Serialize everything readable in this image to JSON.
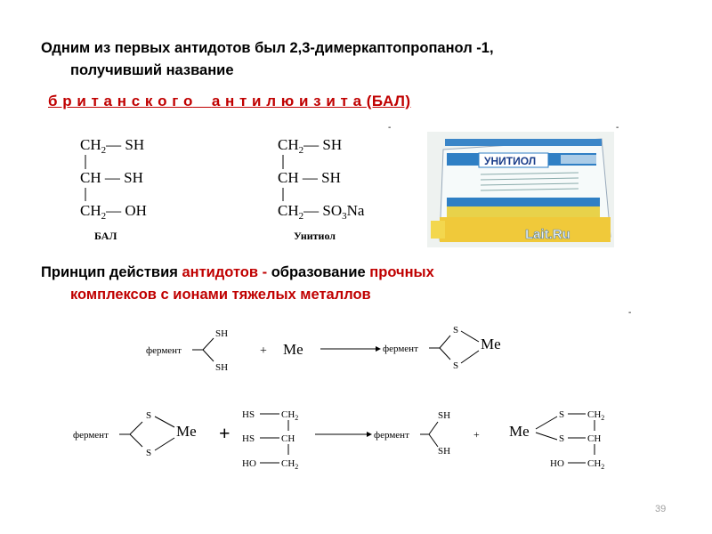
{
  "intro": {
    "line1": "Одним из первых антидотов был 2,3-димеркаптопропанол -1,",
    "line2": "получивший название"
  },
  "highlight": {
    "word1": "б р и т а н с к о г о",
    "word2": "а н т и л ю и з и т а",
    "abbr": "(БАЛ)"
  },
  "formulas": {
    "bal": {
      "r1": "CH",
      "r1sub": "2",
      "r1tail": "— SH",
      "r2": "CH — SH",
      "r3": "CH",
      "r3sub": "2",
      "r3tail": "— OH",
      "label": "БАЛ"
    },
    "unithiol": {
      "r1": "CH",
      "r1sub": "2",
      "r1tail": "— SH",
      "r2": "CH — SH",
      "r3": "CH",
      "r3sub": "2",
      "r3tail": "— SO",
      "r3sub2": "3",
      "r3end": "Na",
      "label": "Унитиол"
    }
  },
  "package": {
    "brand": "УНИТИОЛ",
    "watermark": "Lait.Ru"
  },
  "principle": {
    "t1": "Принцип действия ",
    "t2": "антидотов - ",
    "t3": " образование ",
    "t4": "прочных",
    "line2": "комплексов с ионами тяжелых металлов"
  },
  "reaction1": {
    "enzyme": "фермент",
    "sh": "SH",
    "plus": "+",
    "me": "Me",
    "s": "S"
  },
  "reaction2": {
    "enzyme": "фермент",
    "s": "S",
    "me": "Me",
    "plus": "+",
    "hs": "HS",
    "ch2": "CH",
    "sub2": "2",
    "ch": "CH",
    "ho": "HO",
    "sh": "SH"
  },
  "ticks": {
    "t1": "-",
    "t2": "-",
    "t3": "-"
  },
  "slide_number": "39"
}
